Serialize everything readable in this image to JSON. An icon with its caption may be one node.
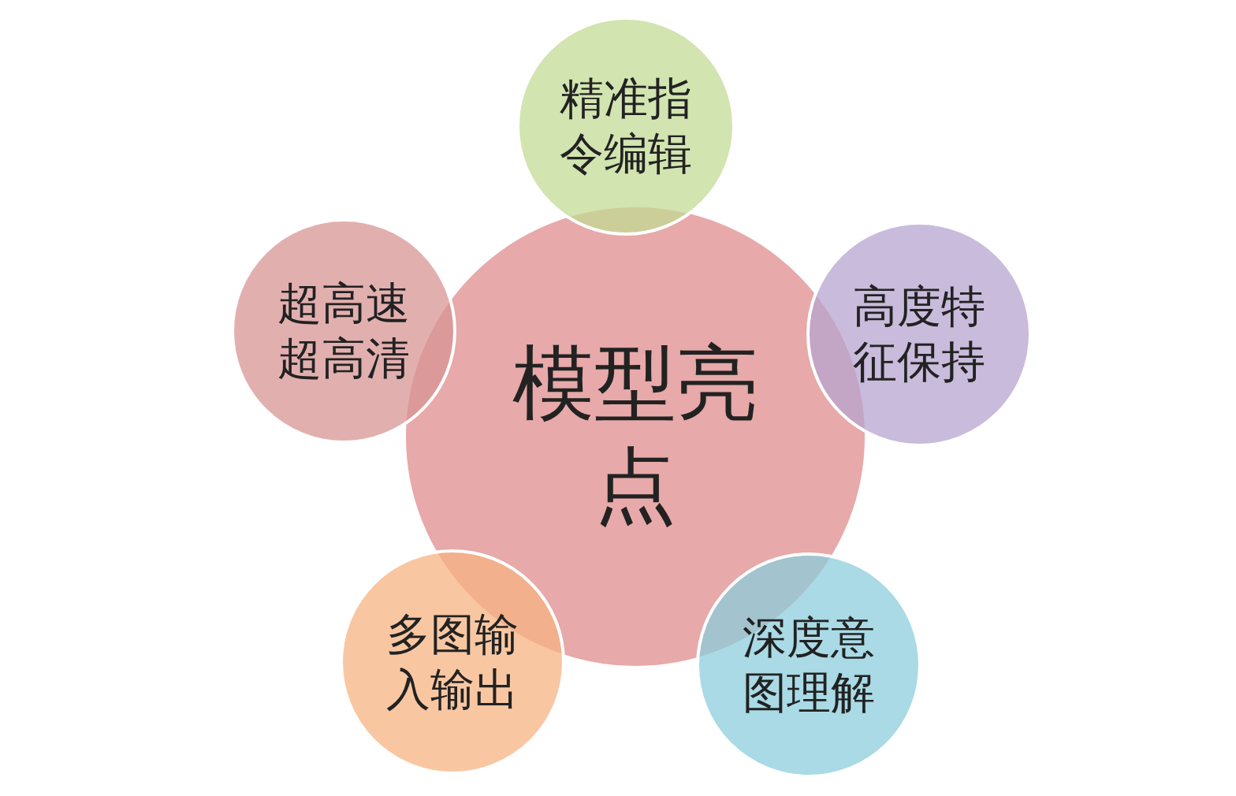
{
  "diagram": {
    "nodes": [
      {
        "text": [
          "模型亮点"
        ]
      },
      {
        "text": [
          "精准指令编辑"
        ]
      },
      {
        "text": [
          "高度特征保持"
        ]
      },
      {
        "text": [
          "深度意图理解"
        ]
      },
      {
        "text": [
          "多图输入输出"
        ]
      },
      {
        "text": [
          "超高速超高清"
        ]
      }
    ]
  }
}
